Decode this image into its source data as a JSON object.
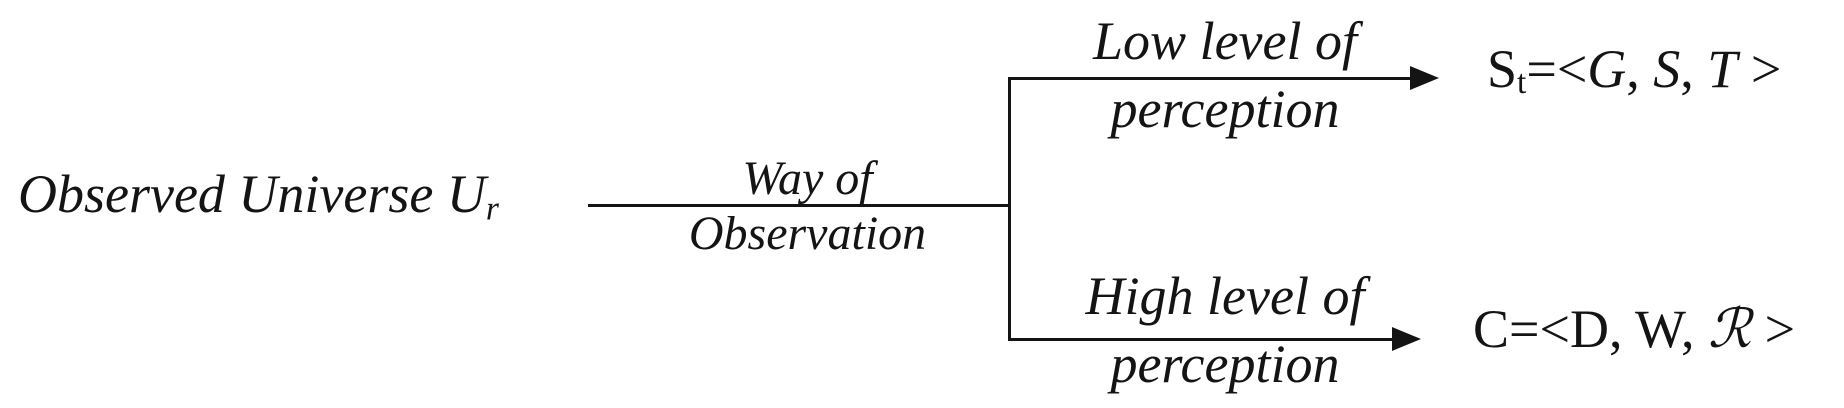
{
  "diagram": {
    "background": "#ffffff",
    "ink": "#141414",
    "root": {
      "text": "Observed Universe U",
      "subscript": "r"
    },
    "way_label": {
      "line1": "Way of",
      "line2": "Observation"
    },
    "top_branch": {
      "label_line1": "Low level of",
      "label_line2": "perception"
    },
    "bottom_branch": {
      "label_line1": "High level of",
      "label_line2": "perception"
    },
    "formula_top": {
      "plain_text": "St=<G, S, T >",
      "segments": [
        {
          "t": "S",
          "c": "norm"
        },
        {
          "t": "t",
          "c": "sub"
        },
        {
          "t": "=<",
          "c": "norm"
        },
        {
          "t": "G",
          "c": "script"
        },
        {
          "t": ", ",
          "c": "norm"
        },
        {
          "t": "S",
          "c": "script"
        },
        {
          "t": ", ",
          "c": "norm"
        },
        {
          "t": "T",
          "c": "script"
        },
        {
          "t": " >",
          "c": "norm"
        }
      ]
    },
    "formula_bottom": {
      "plain_text": "C=<D, W, R >",
      "segments": [
        {
          "t": "C",
          "c": "norm"
        },
        {
          "t": "=<",
          "c": "norm"
        },
        {
          "t": "D",
          "c": "norm"
        },
        {
          "t": ", ",
          "c": "norm"
        },
        {
          "t": "W",
          "c": "norm"
        },
        {
          "t": ", ",
          "c": "norm"
        },
        {
          "t": "ℛ",
          "c": "script"
        },
        {
          "t": " >",
          "c": "norm"
        }
      ]
    }
  }
}
